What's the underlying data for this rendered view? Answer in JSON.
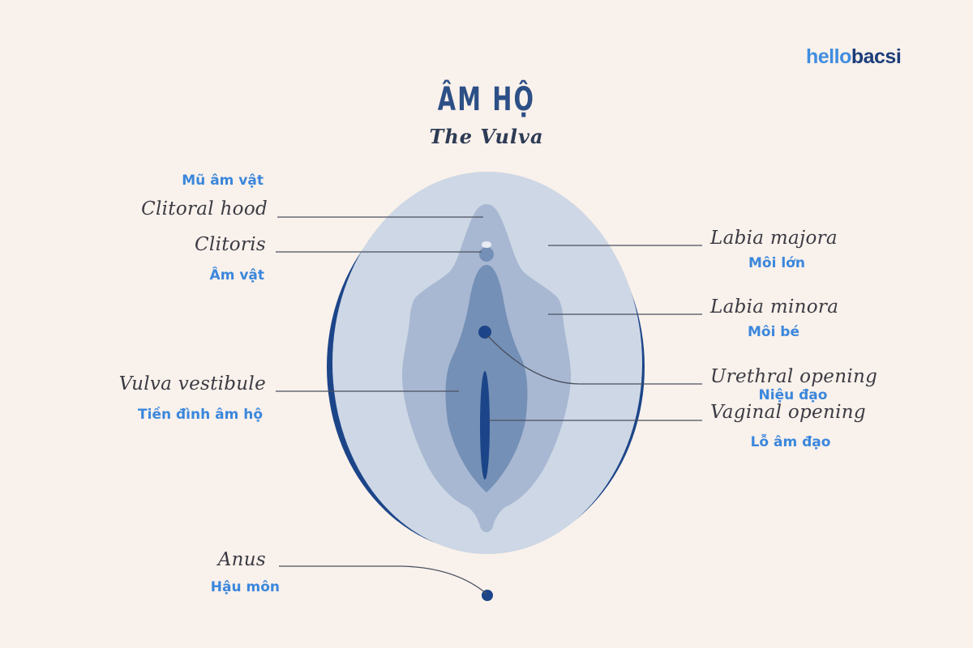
{
  "header": {
    "title": "ÂM HỘ",
    "subtitle": "The Vulva"
  },
  "brand": {
    "logo_part1": "hello",
    "logo_part2": "bacsi",
    "colors": {
      "light_blue": "#3f8de0",
      "dark_blue": "#1c3d7a"
    }
  },
  "colors": {
    "background": "#f9f1eb",
    "outer_oval": "#cdd7e5",
    "outline": "#1c4589",
    "labia_minora": "#a8b8d2",
    "vestibule": "#7590b6",
    "opening": "#1c4589",
    "label_vi": "#3b87dc",
    "label_en": "#3b3b44"
  },
  "labels": [
    {
      "id": "clitoral-hood",
      "en": "Clitoral hood",
      "vi": "Mũ âm vật"
    },
    {
      "id": "clitoris",
      "en": "Clitoris",
      "vi": "Âm vật"
    },
    {
      "id": "vulva-vestibule",
      "en": "Vulva vestibule",
      "vi": "Tiền đình âm hộ"
    },
    {
      "id": "anus",
      "en": "Anus",
      "vi": "Hậu môn"
    },
    {
      "id": "labia-majora",
      "en": "Labia majora",
      "vi": "Môi lớn"
    },
    {
      "id": "labia-minora",
      "en": "Labia minora",
      "vi": "Môi bé"
    },
    {
      "id": "urethral-opening",
      "en": "Urethral opening",
      "vi": "Niệu đạo"
    },
    {
      "id": "vaginal-opening",
      "en": "Vaginal opening",
      "vi": "Lỗ âm đạo"
    }
  ]
}
